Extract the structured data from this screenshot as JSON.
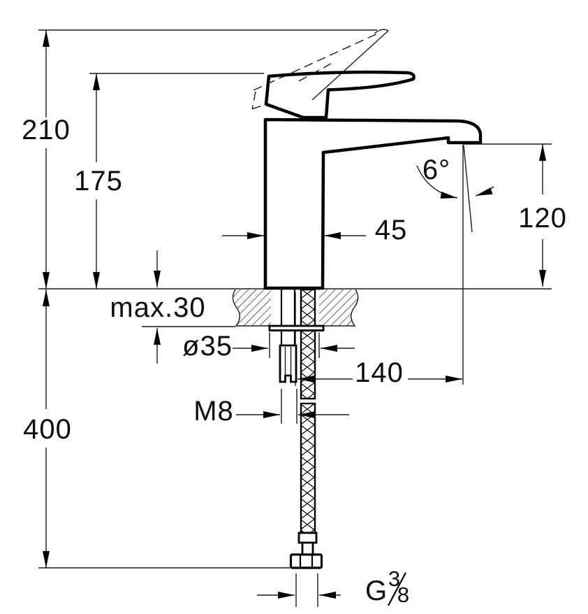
{
  "figure": {
    "type": "technical dimension drawing",
    "subject": "Single-lever basin mixer tap, side view with installation dimensions",
    "units": "mm",
    "line_color": "#000000",
    "background_color": "#ffffff"
  },
  "labels": {
    "height_overall": "210",
    "height_handle_closed": "175",
    "outlet_height": "120",
    "body_width": "45",
    "spout_angle": "6°",
    "max_deck_thickness": "max.30",
    "hole_diameter": "ø35",
    "outlet_reach": "140",
    "stud_thread": "M8",
    "hose_length": "400",
    "connector_thread": "G3/8",
    "connector_prefix": "G",
    "connector_numerator": "3",
    "connector_denominator": "8"
  }
}
